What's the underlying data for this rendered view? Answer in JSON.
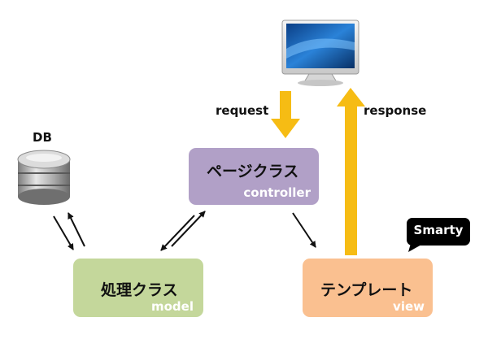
{
  "labels": {
    "db": "DB",
    "request": "request",
    "response": "response",
    "smarty": "Smarty"
  },
  "boxes": {
    "controller": {
      "title": "ページクラス",
      "subtitle": "controller",
      "color": "#b1a0c7"
    },
    "model": {
      "title": "処理クラス",
      "subtitle": "model",
      "color": "#c4d79b"
    },
    "view": {
      "title": "テンプレート",
      "subtitle": "view",
      "color": "#fac090"
    }
  },
  "colors": {
    "arrow_yellow": "#f6bc14",
    "arrow_black": "#111111",
    "bubble": "#000000"
  },
  "icons": {
    "monitor": "monitor-icon",
    "database": "database-icon"
  }
}
